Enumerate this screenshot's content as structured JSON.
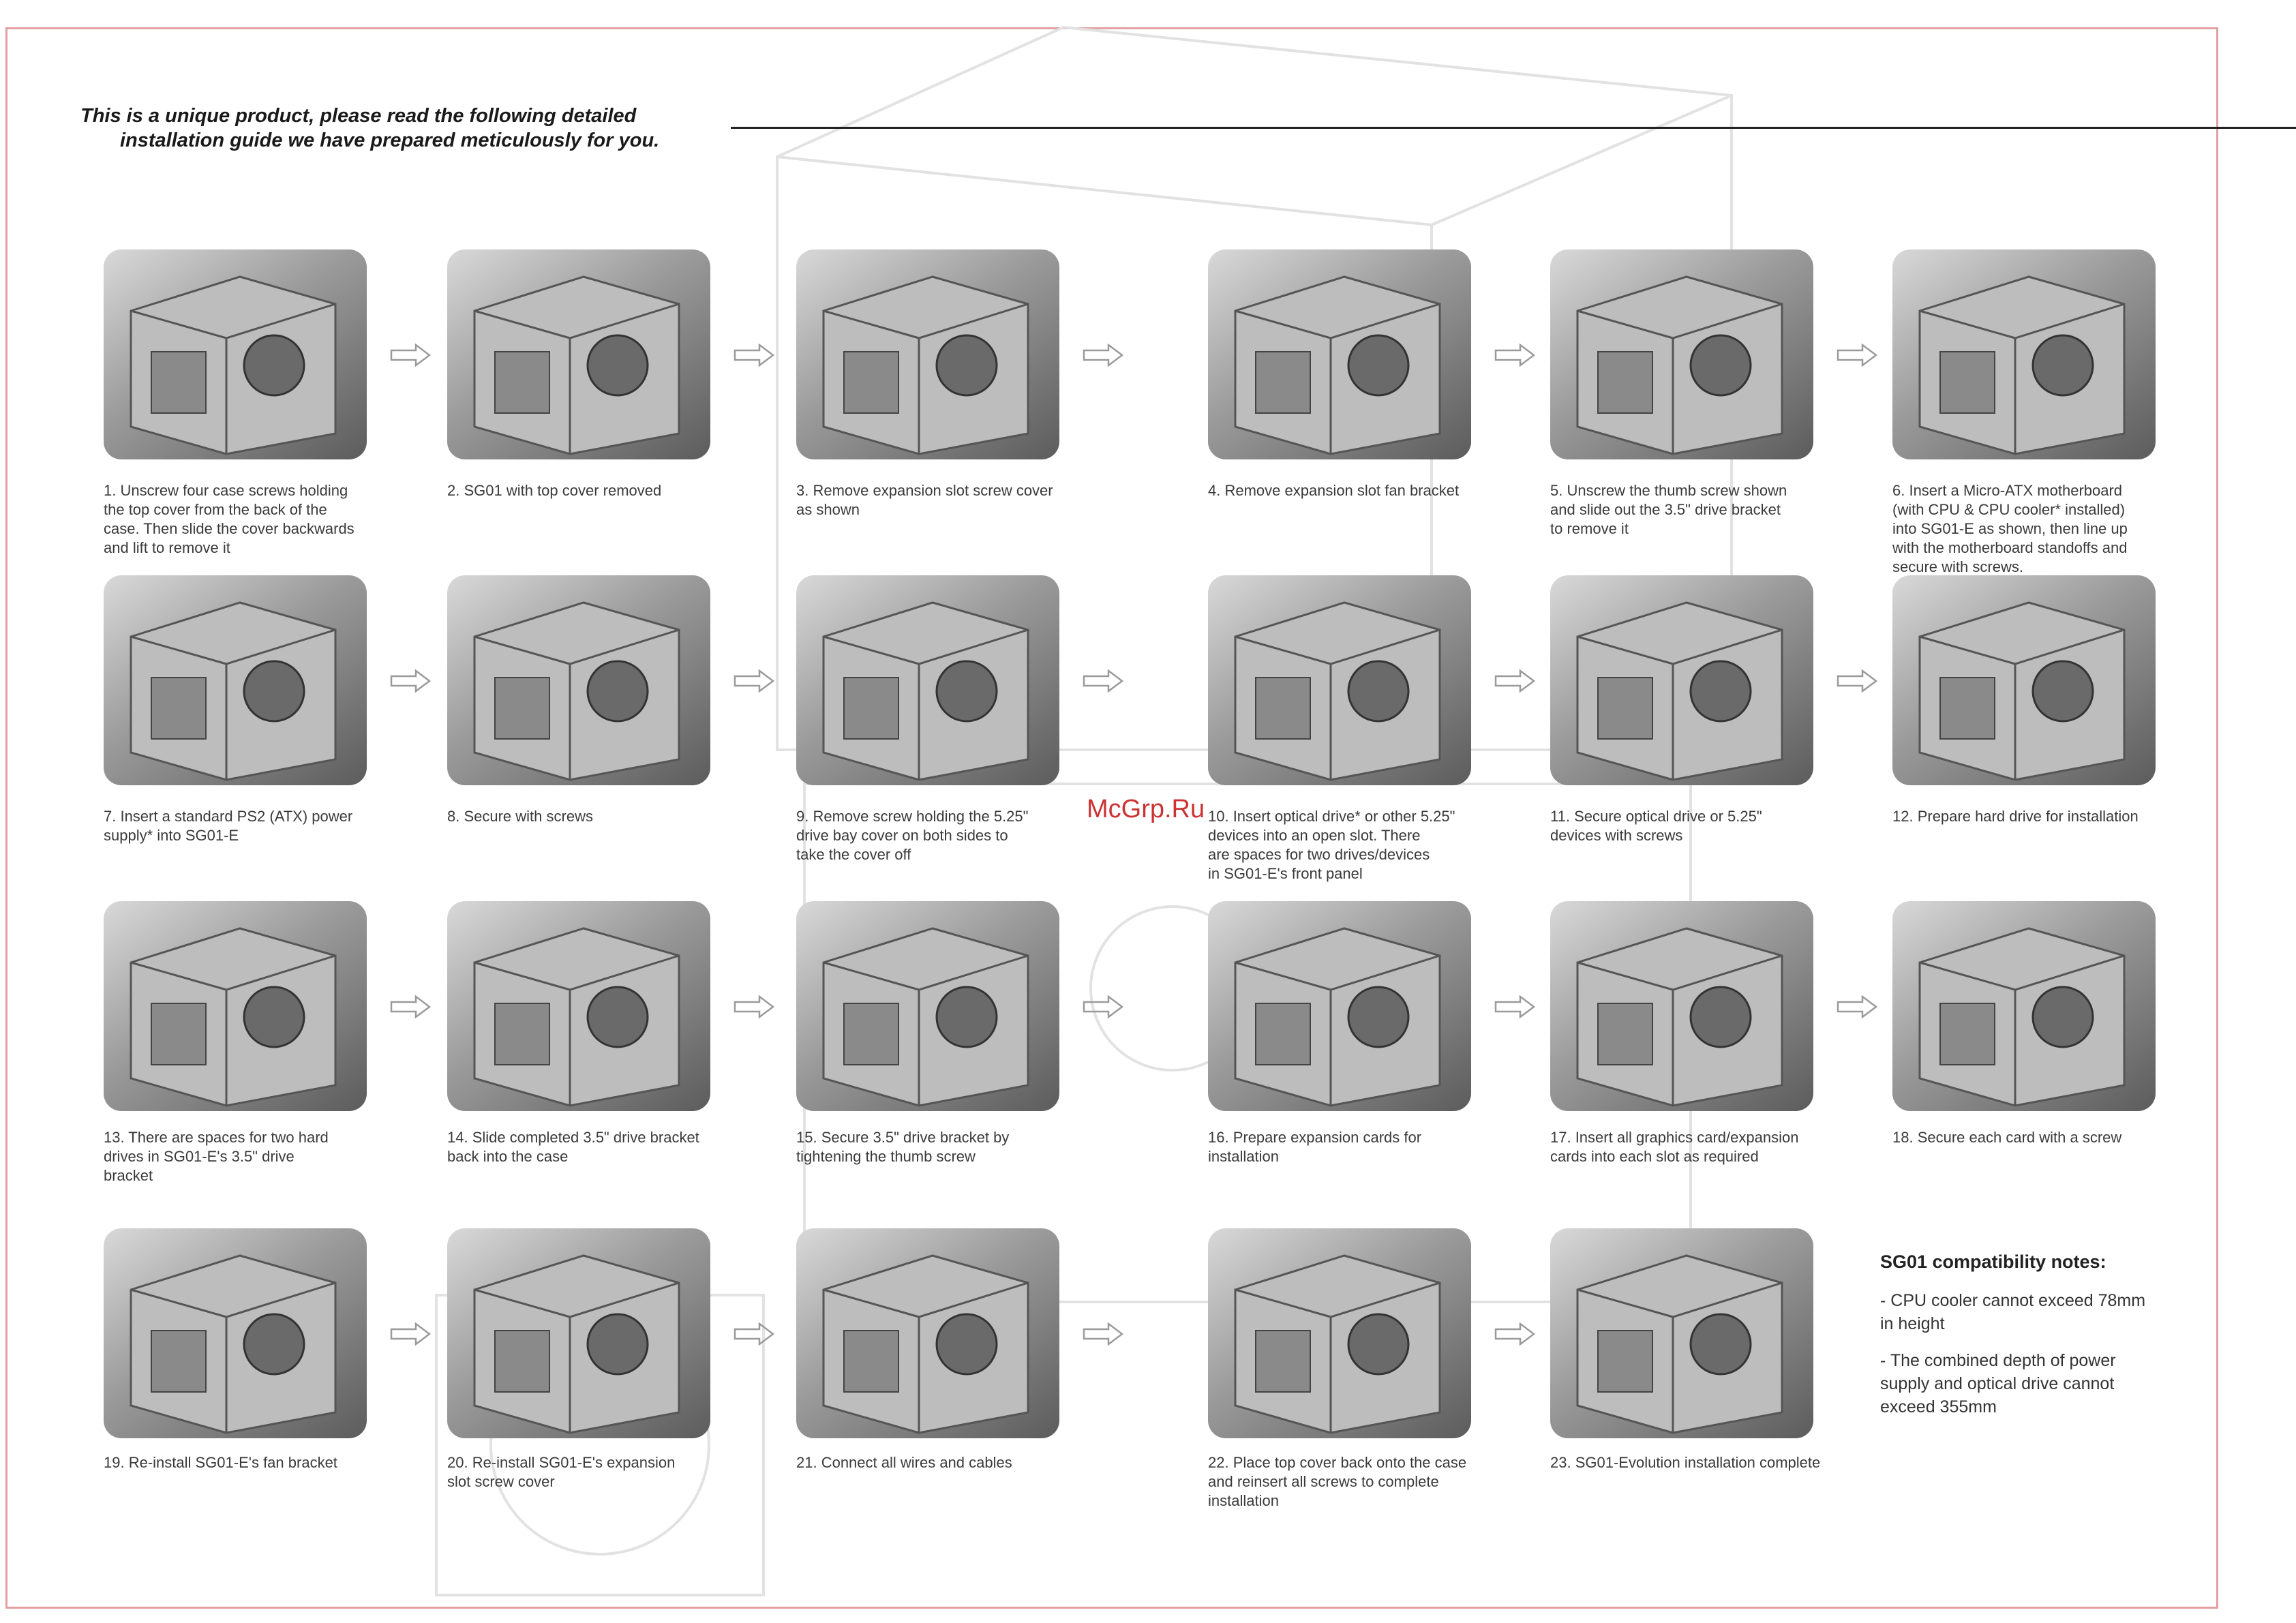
{
  "intro": {
    "line1": "This is a unique product, please read the following detailed",
    "line2": "installation guide we have prepared meticulously for you."
  },
  "watermark": "McGrp.Ru",
  "steps": [
    {
      "caption": "1. Unscrew four case screws holding\n    the top cover from the back of the\n    case. Then slide the cover backwards\n    and lift to remove it"
    },
    {
      "caption": "2. SG01 with top cover removed"
    },
    {
      "caption": "3. Remove expansion slot screw cover\n    as shown"
    },
    {
      "caption": "4. Remove expansion slot fan bracket"
    },
    {
      "caption": "5. Unscrew the thumb screw shown\n    and slide out the 3.5\" drive bracket\n    to remove it"
    },
    {
      "caption": "6. Insert a Micro-ATX motherboard\n    (with CPU & CPU cooler* installed)\n    into SG01-E as shown, then line up\n    with the motherboard standoffs and\n    secure with screws."
    },
    {
      "caption": "7. Insert a standard PS2 (ATX) power\n    supply* into SG01-E"
    },
    {
      "caption": "8. Secure with screws"
    },
    {
      "caption": "9. Remove screw holding the 5.25\"\n    drive bay cover on both sides to\n    take the cover off"
    },
    {
      "caption": "10. Insert optical drive* or other 5.25\"\n     devices into an open slot.  There\n     are spaces for two drives/devices\n     in SG01-E's front panel"
    },
    {
      "caption": "11. Secure optical drive or 5.25\"\n     devices with screws"
    },
    {
      "caption": "12. Prepare hard drive for installation"
    },
    {
      "caption": "13. There are spaces for two hard\n     drives in SG01-E's 3.5\" drive\n     bracket"
    },
    {
      "caption": "14. Slide completed 3.5\" drive bracket\n     back into the case"
    },
    {
      "caption": "15. Secure 3.5\" drive bracket by\n     tightening the thumb screw"
    },
    {
      "caption": "16. Prepare expansion cards for\n     installation"
    },
    {
      "caption": "17. Insert all graphics card/expansion\n     cards into each slot as required"
    },
    {
      "caption": "18. Secure each card with a screw"
    },
    {
      "caption": "19. Re-install SG01-E's fan bracket"
    },
    {
      "caption": "20. Re-install SG01-E's expansion\n     slot screw cover"
    },
    {
      "caption": "21. Connect all wires and cables"
    },
    {
      "caption": "22. Place top cover back onto the case\n     and reinsert all screws to complete\n     installation"
    },
    {
      "caption": "23. SG01-Evolution installation complete"
    }
  ],
  "notes": {
    "title": "SG01 compatibility notes:",
    "items": [
      "- CPU cooler cannot exceed 78mm\n  in height",
      "- The combined depth of power\n  supply and optical drive cannot\n  exceed 355mm"
    ]
  },
  "colors": {
    "border": "#e3a0a0",
    "watermark": "#cc3333",
    "text": "#333333"
  }
}
